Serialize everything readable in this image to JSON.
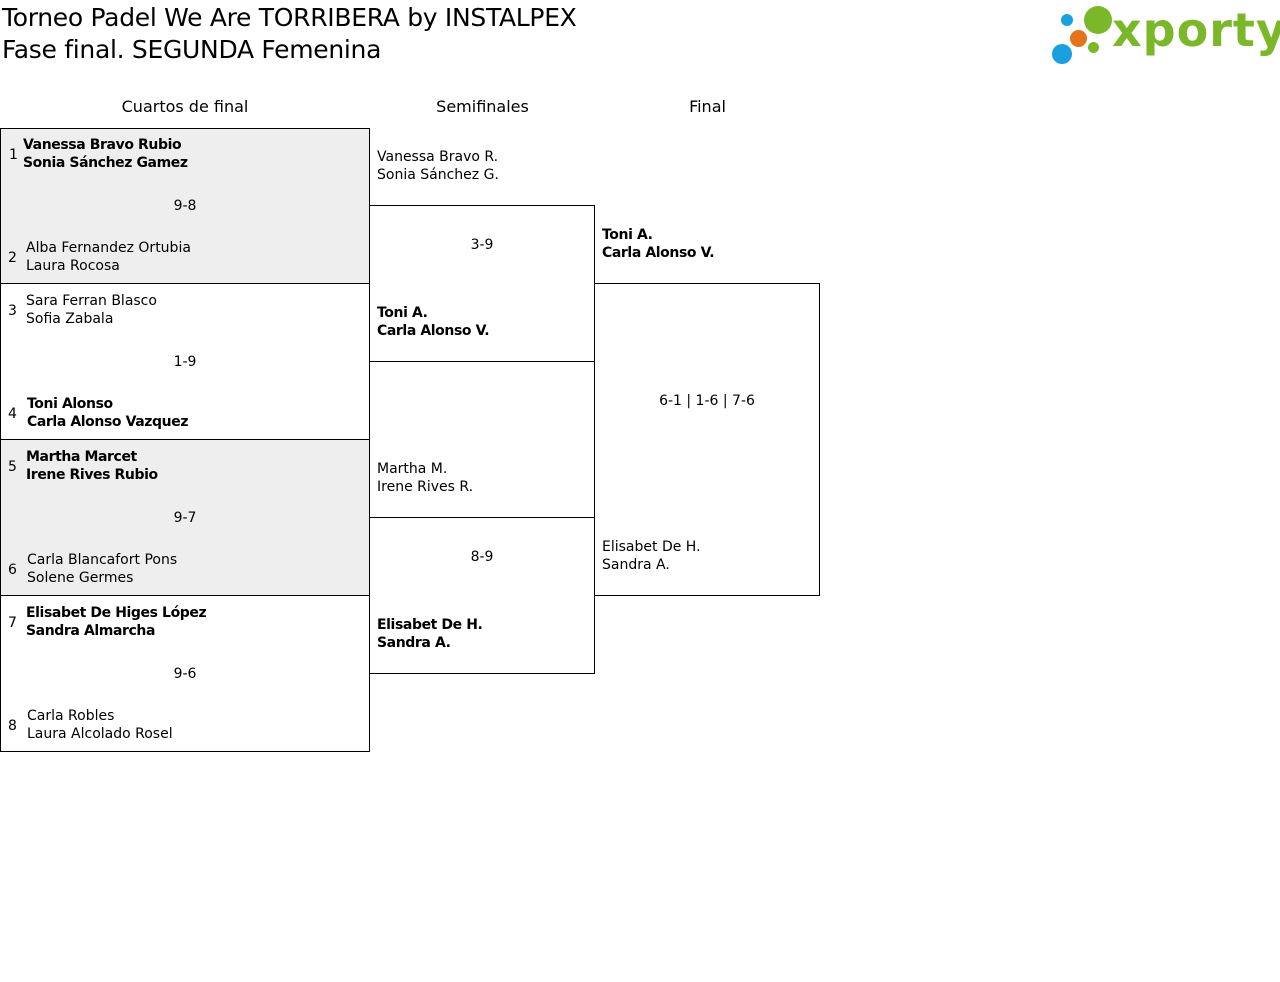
{
  "header": {
    "title_line1": "Torneo Padel We Are TORRIBERA by INSTALPEX",
    "title_line2": "Fase final. SEGUNDA Femenina"
  },
  "logo": {
    "text": "xporty",
    "colors": {
      "text": "#7ab829",
      "blue": "#1aa0e0",
      "orange": "#e5731a",
      "green": "#7ab829"
    }
  },
  "rounds": {
    "quarterfinals": "Cuartos de final",
    "semifinals": "Semifinales",
    "final": "Final"
  },
  "quarterfinals": [
    {
      "score": "9-8",
      "top": {
        "seed": "1",
        "player1": "Vanessa Bravo Rubio",
        "player2": "Sonia Sánchez Gamez"
      },
      "bottom": {
        "seed": "2",
        "player1": "Alba Fernandez Ortubia",
        "player2": "Laura Rocosa"
      }
    },
    {
      "score": "1-9",
      "top": {
        "seed": "3",
        "player1": "Sara Ferran Blasco",
        "player2": "Sofia Zabala"
      },
      "bottom": {
        "seed": "4",
        "player1": "Toni Alonso",
        "player2": "Carla Alonso Vazquez"
      }
    },
    {
      "score": "9-7",
      "top": {
        "seed": "5",
        "player1": "Martha Marcet",
        "player2": "Irene Rives Rubio"
      },
      "bottom": {
        "seed": "6",
        "player1": "Carla Blancafort Pons",
        "player2": "Solene Germes"
      }
    },
    {
      "score": "9-6",
      "top": {
        "seed": "7",
        "player1": "Elisabet De Higes López",
        "player2": "Sandra Almarcha"
      },
      "bottom": {
        "seed": "8",
        "player1": "Carla Robles",
        "player2": "Laura Alcolado Rosel"
      }
    }
  ],
  "semifinals": [
    {
      "score": "3-9",
      "top": {
        "player1": "Vanessa Bravo R.",
        "player2": "Sonia Sánchez G."
      },
      "bottom": {
        "player1": "Toni A.",
        "player2": "Carla Alonso V."
      }
    },
    {
      "score": "8-9",
      "top": {
        "player1": "Martha M.",
        "player2": "Irene Rives R."
      },
      "bottom": {
        "player1": "Elisabet De H.",
        "player2": "Sandra A."
      }
    }
  ],
  "final": {
    "score": "6-1 | 1-6 | 7-6",
    "top": {
      "player1": "Toni A.",
      "player2": "Carla Alonso V."
    },
    "bottom": {
      "player1": "Elisabet De H.",
      "player2": "Sandra A."
    }
  }
}
